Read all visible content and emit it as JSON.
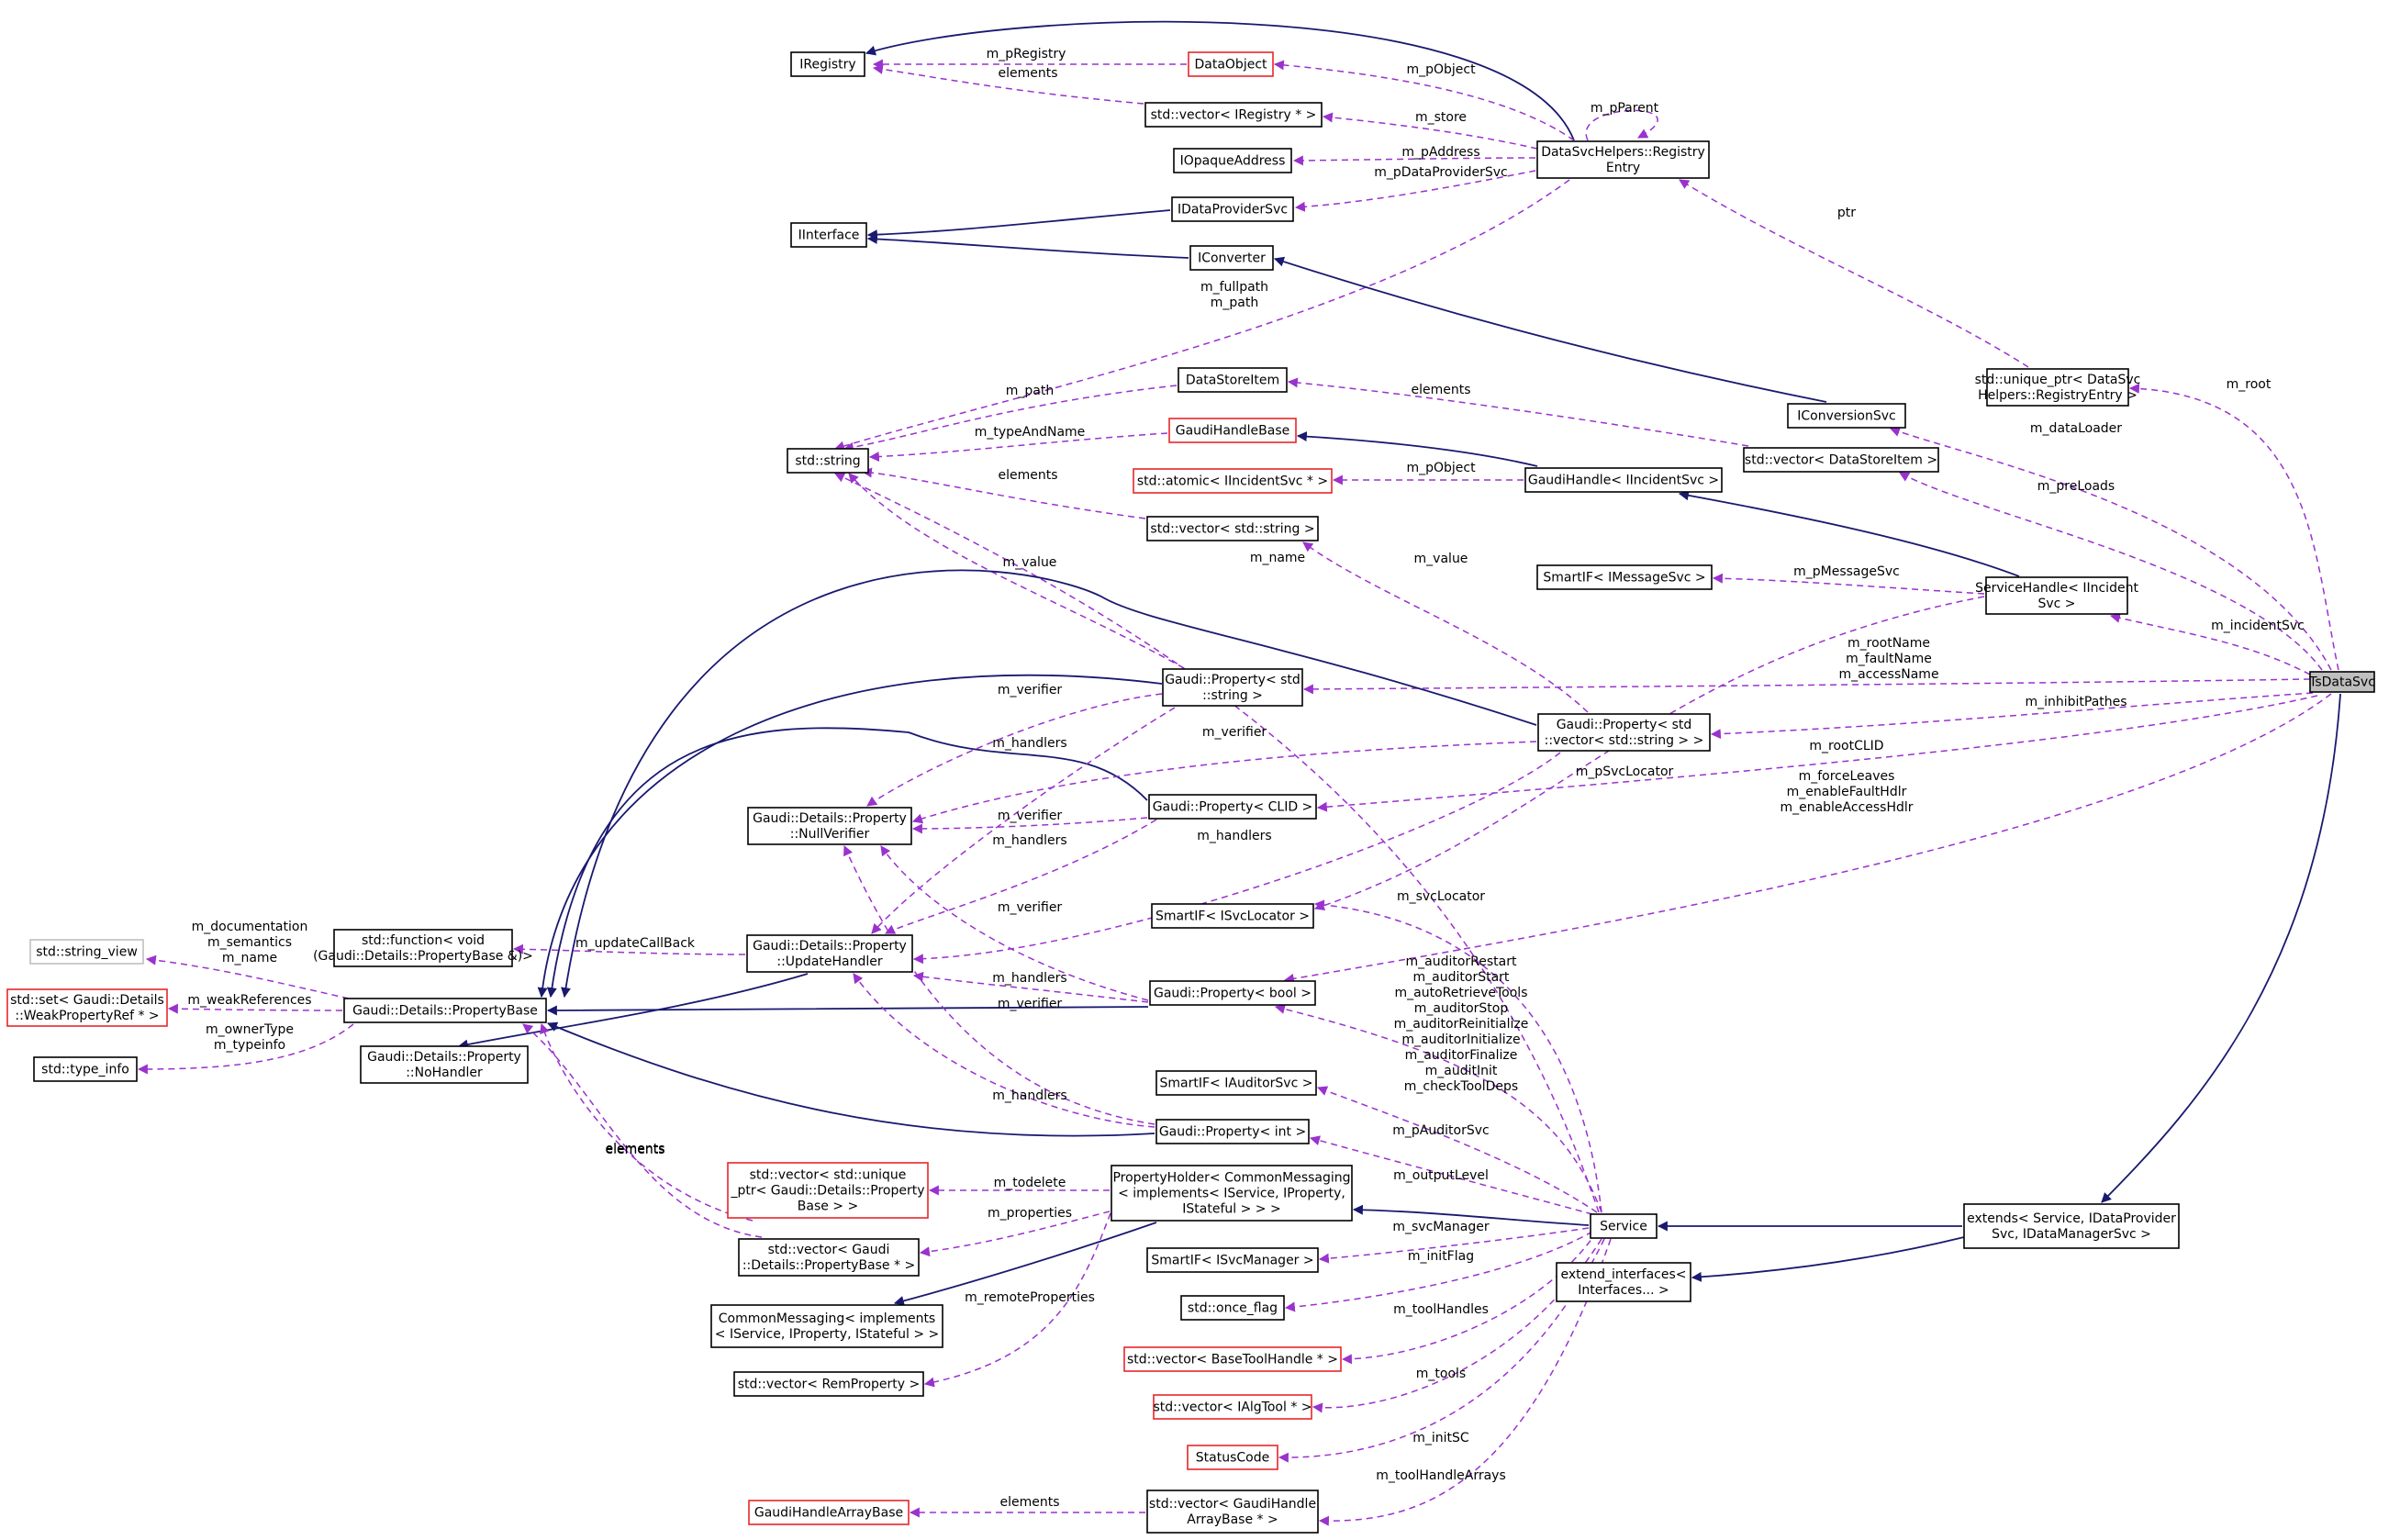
{
  "nodes": [
    {
      "id": "tsdatasvc",
      "lines": [
        "TsDataSvc"
      ],
      "style": "highlight"
    },
    {
      "id": "iregistry",
      "lines": [
        "IRegistry"
      ],
      "style": "normal"
    },
    {
      "id": "dataobject",
      "lines": [
        "DataObject"
      ],
      "style": "red"
    },
    {
      "id": "vec_iregistry",
      "lines": [
        "std::vector< IRegistry * >"
      ],
      "style": "normal"
    },
    {
      "id": "iopaqueaddress",
      "lines": [
        "IOpaqueAddress"
      ],
      "style": "normal"
    },
    {
      "id": "registryentry",
      "lines": [
        "DataSvcHelpers::Registry",
        "Entry"
      ],
      "style": "normal"
    },
    {
      "id": "idataprovidersvc",
      "lines": [
        "IDataProviderSvc"
      ],
      "style": "normal"
    },
    {
      "id": "iinterface",
      "lines": [
        "IInterface"
      ],
      "style": "normal"
    },
    {
      "id": "iconverter",
      "lines": [
        "IConverter"
      ],
      "style": "normal"
    },
    {
      "id": "unique_ptr_re",
      "lines": [
        "std::unique_ptr< DataSvc",
        "Helpers::RegistryEntry >"
      ],
      "style": "normal"
    },
    {
      "id": "datastoreitem",
      "lines": [
        "DataStoreItem"
      ],
      "style": "normal"
    },
    {
      "id": "iconversionsvc",
      "lines": [
        "IConversionSvc"
      ],
      "style": "normal"
    },
    {
      "id": "stdstring",
      "lines": [
        "std::string"
      ],
      "style": "normal"
    },
    {
      "id": "gaudihandlebase",
      "lines": [
        "GaudiHandleBase"
      ],
      "style": "red"
    },
    {
      "id": "vec_datastoreitem",
      "lines": [
        "std::vector< DataStoreItem >"
      ],
      "style": "normal"
    },
    {
      "id": "atomic_iincidentsvc",
      "lines": [
        "std::atomic< IIncidentSvc * >"
      ],
      "style": "red"
    },
    {
      "id": "gaudihandle_iincident",
      "lines": [
        "GaudiHandle< IIncidentSvc >"
      ],
      "style": "normal"
    },
    {
      "id": "vec_stdstring",
      "lines": [
        "std::vector< std::string >"
      ],
      "style": "normal"
    },
    {
      "id": "smartif_imessagesvc",
      "lines": [
        "SmartIF< IMessageSvc >"
      ],
      "style": "normal"
    },
    {
      "id": "servicehandle_iincident",
      "lines": [
        "ServiceHandle< IIncident",
        "Svc >"
      ],
      "style": "normal"
    },
    {
      "id": "prop_string",
      "lines": [
        "Gaudi::Property< std",
        "::string >"
      ],
      "style": "normal"
    },
    {
      "id": "prop_vec_string",
      "lines": [
        "Gaudi::Property< std",
        "::vector< std::string > >"
      ],
      "style": "normal"
    },
    {
      "id": "nullverifier",
      "lines": [
        "Gaudi::Details::Property",
        "::NullVerifier"
      ],
      "style": "normal"
    },
    {
      "id": "prop_clid",
      "lines": [
        "Gaudi::Property< CLID >"
      ],
      "style": "normal"
    },
    {
      "id": "smartif_isvclocator",
      "lines": [
        "SmartIF< ISvcLocator >"
      ],
      "style": "normal"
    },
    {
      "id": "std_string_view",
      "lines": [
        "std::string_view"
      ],
      "style": "gray"
    },
    {
      "id": "std_function",
      "lines": [
        "std::function< void",
        "(Gaudi::Details::PropertyBase &)>"
      ],
      "style": "normal"
    },
    {
      "id": "updatehandler",
      "lines": [
        "Gaudi::Details::Property",
        "::UpdateHandler"
      ],
      "style": "normal"
    },
    {
      "id": "set_weakpropertyref",
      "lines": [
        "std::set< Gaudi::Details",
        "::WeakPropertyRef * >"
      ],
      "style": "red"
    },
    {
      "id": "propertybase",
      "lines": [
        "Gaudi::Details::PropertyBase"
      ],
      "style": "normal"
    },
    {
      "id": "prop_bool",
      "lines": [
        "Gaudi::Property< bool >"
      ],
      "style": "normal"
    },
    {
      "id": "std_type_info",
      "lines": [
        "std::type_info"
      ],
      "style": "normal"
    },
    {
      "id": "nohandler",
      "lines": [
        "Gaudi::Details::Property",
        "::NoHandler"
      ],
      "style": "normal"
    },
    {
      "id": "smartif_iauditorsvc",
      "lines": [
        "SmartIF< IAuditorSvc >"
      ],
      "style": "normal"
    },
    {
      "id": "prop_int",
      "lines": [
        "Gaudi::Property< int >"
      ],
      "style": "normal"
    },
    {
      "id": "vec_unique_ptr_pb",
      "lines": [
        "std::vector< std::unique",
        "_ptr< Gaudi::Details::Property",
        "Base > >"
      ],
      "style": "red"
    },
    {
      "id": "propertyholder",
      "lines": [
        "PropertyHolder< CommonMessaging",
        "< implements< IService, IProperty,",
        "IStateful > > >"
      ],
      "style": "normal"
    },
    {
      "id": "service",
      "lines": [
        "Service"
      ],
      "style": "normal"
    },
    {
      "id": "extends",
      "lines": [
        "extends< Service, IDataProvider",
        "Svc, IDataManagerSvc >"
      ],
      "style": "normal"
    },
    {
      "id": "vec_pb_ptr",
      "lines": [
        "std::vector< Gaudi",
        "::Details::PropertyBase * >"
      ],
      "style": "normal"
    },
    {
      "id": "smartif_isvcmanager",
      "lines": [
        "SmartIF< ISvcManager >"
      ],
      "style": "normal"
    },
    {
      "id": "extend_interfaces",
      "lines": [
        "extend_interfaces<",
        "Interfaces... >"
      ],
      "style": "normal"
    },
    {
      "id": "commonmessaging",
      "lines": [
        "CommonMessaging< implements",
        "< IService, IProperty, IStateful > >"
      ],
      "style": "normal"
    },
    {
      "id": "std_once_flag",
      "lines": [
        "std::once_flag"
      ],
      "style": "normal"
    },
    {
      "id": "vec_basetoolhandle",
      "lines": [
        "std::vector< BaseToolHandle * >"
      ],
      "style": "red"
    },
    {
      "id": "vec_remproperty",
      "lines": [
        "std::vector< RemProperty >"
      ],
      "style": "normal"
    },
    {
      "id": "vec_ialgtool",
      "lines": [
        "std::vector< IAlgTool * >"
      ],
      "style": "red"
    },
    {
      "id": "statuscode",
      "lines": [
        "StatusCode"
      ],
      "style": "red"
    },
    {
      "id": "gaudihandlearraybase",
      "lines": [
        "GaudiHandleArrayBase"
      ],
      "style": "red"
    },
    {
      "id": "vec_gaudihandlearray",
      "lines": [
        "std::vector< GaudiHandle",
        "ArrayBase * >"
      ],
      "style": "normal"
    }
  ],
  "edges": [
    {
      "id": "e1",
      "kind": "use",
      "from": "dataobject",
      "to": "iregistry",
      "labels": [
        "m_pRegistry"
      ]
    },
    {
      "id": "e2",
      "kind": "use",
      "from": "vec_iregistry",
      "to": "iregistry",
      "labels": [
        "elements"
      ]
    },
    {
      "id": "e3",
      "kind": "inheritance",
      "from": "registryentry",
      "to": "iregistry",
      "labels": []
    },
    {
      "id": "e4",
      "kind": "use",
      "from": "registryentry",
      "to": "dataobject",
      "labels": [
        "m_pObject"
      ]
    },
    {
      "id": "e5",
      "kind": "use",
      "from": "registryentry",
      "to": "vec_iregistry",
      "labels": [
        "m_store"
      ]
    },
    {
      "id": "e6",
      "kind": "use",
      "from": "registryentry",
      "to": "registryentry",
      "labels": [
        "m_pParent"
      ]
    },
    {
      "id": "e7",
      "kind": "use",
      "from": "registryentry",
      "to": "iopaqueaddress",
      "labels": [
        "m_pAddress"
      ]
    },
    {
      "id": "e8",
      "kind": "use",
      "from": "registryentry",
      "to": "idataprovidersvc",
      "labels": [
        "m_pDataProviderSvc"
      ]
    },
    {
      "id": "e9",
      "kind": "inheritance",
      "from": "idataprovidersvc",
      "to": "iinterface",
      "labels": []
    },
    {
      "id": "e10",
      "kind": "inheritance",
      "from": "iconverter",
      "to": "iinterface",
      "labels": []
    },
    {
      "id": "e11",
      "kind": "use",
      "from": "registryentry",
      "to": "stdstring",
      "labels": [
        "m_fullpath",
        "m_path"
      ]
    },
    {
      "id": "e12",
      "kind": "use",
      "from": "unique_ptr_re",
      "to": "registryentry",
      "labels": [
        "ptr"
      ]
    },
    {
      "id": "e13",
      "kind": "inheritance",
      "from": "iconversionsvc",
      "to": "iconverter",
      "labels": []
    },
    {
      "id": "e14",
      "kind": "use",
      "from": "datastoreitem",
      "to": "stdstring",
      "labels": [
        "m_path"
      ]
    },
    {
      "id": "e15",
      "kind": "use",
      "from": "gaudihandlebase",
      "to": "stdstring",
      "labels": [
        "m_typeAndName"
      ]
    },
    {
      "id": "e16",
      "kind": "use",
      "from": "vec_stdstring",
      "to": "stdstring",
      "labels": [
        "elements"
      ]
    },
    {
      "id": "e17",
      "kind": "use",
      "from": "vec_datastoreitem",
      "to": "datastoreitem",
      "labels": [
        "elements"
      ]
    },
    {
      "id": "e18",
      "kind": "inheritance",
      "from": "gaudihandle_iincident",
      "to": "gaudihandlebase",
      "labels": []
    },
    {
      "id": "e19",
      "kind": "use",
      "from": "gaudihandle_iincident",
      "to": "atomic_iincidentsvc",
      "labels": [
        "m_pObject"
      ]
    },
    {
      "id": "e20",
      "kind": "use",
      "from": "tsdatasvc",
      "to": "unique_ptr_re",
      "labels": [
        "m_root"
      ]
    },
    {
      "id": "e21",
      "kind": "use",
      "from": "tsdatasvc",
      "to": "iconversionsvc",
      "labels": [
        "m_dataLoader"
      ]
    },
    {
      "id": "e22",
      "kind": "use",
      "from": "tsdatasvc",
      "to": "vec_datastoreitem",
      "labels": [
        "m_preLoads"
      ]
    },
    {
      "id": "e23",
      "kind": "inheritance",
      "from": "servicehandle_iincident",
      "to": "gaudihandle_iincident",
      "labels": []
    },
    {
      "id": "e24",
      "kind": "use",
      "from": "servicehandle_iincident",
      "to": "smartif_imessagesvc",
      "labels": [
        "m_pMessageSvc"
      ]
    },
    {
      "id": "e25",
      "kind": "use",
      "from": "tsdatasvc",
      "to": "servicehandle_iincident",
      "labels": [
        "m_incidentSvc"
      ]
    },
    {
      "id": "e26",
      "kind": "use",
      "from": "service",
      "to": "stdstring",
      "labels": [
        "m_name"
      ]
    },
    {
      "id": "e27",
      "kind": "use",
      "from": "prop_string",
      "to": "stdstring",
      "labels": [
        "m_value"
      ]
    },
    {
      "id": "e28",
      "kind": "use",
      "from": "prop_vec_string",
      "to": "vec_stdstring",
      "labels": [
        "m_value"
      ]
    },
    {
      "id": "e29",
      "kind": "use",
      "from": "tsdatasvc",
      "to": "prop_string",
      "labels": [
        "m_rootName",
        "m_faultName",
        "m_accessName"
      ]
    },
    {
      "id": "e30",
      "kind": "use",
      "from": "tsdatasvc",
      "to": "prop_vec_string",
      "labels": [
        "m_inhibitPathes"
      ]
    },
    {
      "id": "e31",
      "kind": "use",
      "from": "tsdatasvc",
      "to": "prop_clid",
      "labels": [
        "m_rootCLID"
      ]
    },
    {
      "id": "e32",
      "kind": "use",
      "from": "tsdatasvc",
      "to": "prop_bool",
      "labels": [
        "m_forceLeaves",
        "m_enableFaultHdlr",
        "m_enableAccessHdlr"
      ]
    },
    {
      "id": "e33",
      "kind": "inheritance",
      "from": "prop_string",
      "to": "propertybase",
      "labels": []
    },
    {
      "id": "e34",
      "kind": "inheritance",
      "from": "prop_vec_string",
      "to": "propertybase",
      "labels": []
    },
    {
      "id": "e35",
      "kind": "inheritance",
      "from": "prop_clid",
      "to": "propertybase",
      "labels": []
    },
    {
      "id": "e36",
      "kind": "inheritance",
      "from": "prop_bool",
      "to": "propertybase",
      "labels": []
    },
    {
      "id": "e37",
      "kind": "inheritance",
      "from": "prop_int",
      "to": "propertybase",
      "labels": []
    },
    {
      "id": "e38",
      "kind": "use",
      "from": "prop_string",
      "to": "nullverifier",
      "labels": [
        "m_verifier"
      ]
    },
    {
      "id": "e39",
      "kind": "use",
      "from": "prop_vec_string",
      "to": "nullverifier",
      "labels": [
        "m_verifier"
      ]
    },
    {
      "id": "e40",
      "kind": "use",
      "from": "prop_clid",
      "to": "nullverifier",
      "labels": [
        "m_verifier"
      ]
    },
    {
      "id": "e41",
      "kind": "use",
      "from": "prop_bool",
      "to": "nullverifier",
      "labels": [
        "m_verifier"
      ]
    },
    {
      "id": "e42",
      "kind": "use",
      "from": "prop_int",
      "to": "nullverifier",
      "labels": [
        "m_verifier"
      ]
    },
    {
      "id": "e43",
      "kind": "use",
      "from": "prop_string",
      "to": "updatehandler",
      "labels": [
        "m_handlers"
      ]
    },
    {
      "id": "e44",
      "kind": "use",
      "from": "prop_vec_string",
      "to": "updatehandler",
      "labels": [
        "m_handlers"
      ]
    },
    {
      "id": "e45",
      "kind": "use",
      "from": "prop_clid",
      "to": "updatehandler",
      "labels": [
        "m_handlers"
      ]
    },
    {
      "id": "e46",
      "kind": "use",
      "from": "prop_bool",
      "to": "updatehandler",
      "labels": [
        "m_handlers"
      ]
    },
    {
      "id": "e47",
      "kind": "use",
      "from": "prop_int",
      "to": "updatehandler",
      "labels": [
        "m_handlers"
      ]
    },
    {
      "id": "e48",
      "kind": "use",
      "from": "servicehandle_iincident",
      "to": "smartif_isvclocator",
      "labels": [
        "m_pSvcLocator"
      ]
    },
    {
      "id": "e49",
      "kind": "use",
      "from": "service",
      "to": "smartif_isvclocator",
      "labels": [
        "m_svcLocator"
      ]
    },
    {
      "id": "e50",
      "kind": "use",
      "from": "updatehandler",
      "to": "std_function",
      "labels": [
        "m_updateCallBack"
      ]
    },
    {
      "id": "e51",
      "kind": "inheritance",
      "from": "updatehandler",
      "to": "nohandler",
      "labels": []
    },
    {
      "id": "e52",
      "kind": "use",
      "from": "propertybase",
      "to": "std_string_view",
      "labels": [
        "m_documentation",
        "m_semantics",
        "m_name"
      ]
    },
    {
      "id": "e53",
      "kind": "use",
      "from": "propertybase",
      "to": "set_weakpropertyref",
      "labels": [
        "m_weakReferences"
      ]
    },
    {
      "id": "e54",
      "kind": "use",
      "from": "propertybase",
      "to": "std_type_info",
      "labels": [
        "m_ownerType",
        "m_typeinfo"
      ]
    },
    {
      "id": "e55",
      "kind": "use",
      "from": "service",
      "to": "prop_bool",
      "labels": [
        "m_auditorRestart",
        "m_auditorStart",
        "m_autoRetrieveTools",
        "m_auditorStop",
        "m_auditorReinitialize",
        "m_auditorInitialize",
        "m_auditorFinalize",
        "m_auditInit",
        "m_checkToolDeps"
      ]
    },
    {
      "id": "e56",
      "kind": "use",
      "from": "service",
      "to": "smartif_iauditorsvc",
      "labels": [
        "m_pAuditorSvc"
      ]
    },
    {
      "id": "e57",
      "kind": "use",
      "from": "service",
      "to": "prop_int",
      "labels": [
        "m_outputLevel"
      ]
    },
    {
      "id": "e58",
      "kind": "use",
      "from": "vec_pb_ptr",
      "to": "propertybase",
      "labels": [
        "elements"
      ]
    },
    {
      "id": "e59",
      "kind": "use",
      "from": "propertyholder",
      "to": "vec_unique_ptr_pb",
      "labels": [
        "m_todelete"
      ]
    },
    {
      "id": "e60",
      "kind": "use",
      "from": "propertyholder",
      "to": "vec_pb_ptr",
      "labels": [
        "m_properties"
      ]
    },
    {
      "id": "e61",
      "kind": "inheritance",
      "from": "service",
      "to": "propertyholder",
      "labels": []
    },
    {
      "id": "e62",
      "kind": "inheritance",
      "from": "propertyholder",
      "to": "commonmessaging",
      "labels": []
    },
    {
      "id": "e63",
      "kind": "use",
      "from": "propertyholder",
      "to": "vec_remproperty",
      "labels": [
        "m_remoteProperties"
      ]
    },
    {
      "id": "e64",
      "kind": "inheritance",
      "from": "extends",
      "to": "service",
      "labels": []
    },
    {
      "id": "e65",
      "kind": "inheritance",
      "from": "extends",
      "to": "extend_interfaces",
      "labels": []
    },
    {
      "id": "e66",
      "kind": "inheritance",
      "from": "tsdatasvc",
      "to": "extends",
      "labels": []
    },
    {
      "id": "e67",
      "kind": "use",
      "from": "service",
      "to": "smartif_isvcmanager",
      "labels": [
        "m_svcManager"
      ]
    },
    {
      "id": "e68",
      "kind": "use",
      "from": "service",
      "to": "std_once_flag",
      "labels": [
        "m_initFlag"
      ]
    },
    {
      "id": "e69",
      "kind": "use",
      "from": "service",
      "to": "vec_basetoolhandle",
      "labels": [
        "m_toolHandles"
      ]
    },
    {
      "id": "e70",
      "kind": "use",
      "from": "service",
      "to": "vec_ialgtool",
      "labels": [
        "m_tools"
      ]
    },
    {
      "id": "e71",
      "kind": "use",
      "from": "service",
      "to": "statuscode",
      "labels": [
        "m_initSC"
      ]
    },
    {
      "id": "e72",
      "kind": "use",
      "from": "service",
      "to": "vec_gaudihandlearray",
      "labels": [
        "m_toolHandleArrays"
      ]
    },
    {
      "id": "e73",
      "kind": "use",
      "from": "vec_gaudihandlearray",
      "to": "gaudihandlearraybase",
      "labels": [
        "elements"
      ]
    },
    {
      "id": "e74",
      "kind": "use",
      "from": "vec_unique_ptr_pb",
      "to": "propertybase",
      "labels": [
        "elements"
      ]
    }
  ]
}
